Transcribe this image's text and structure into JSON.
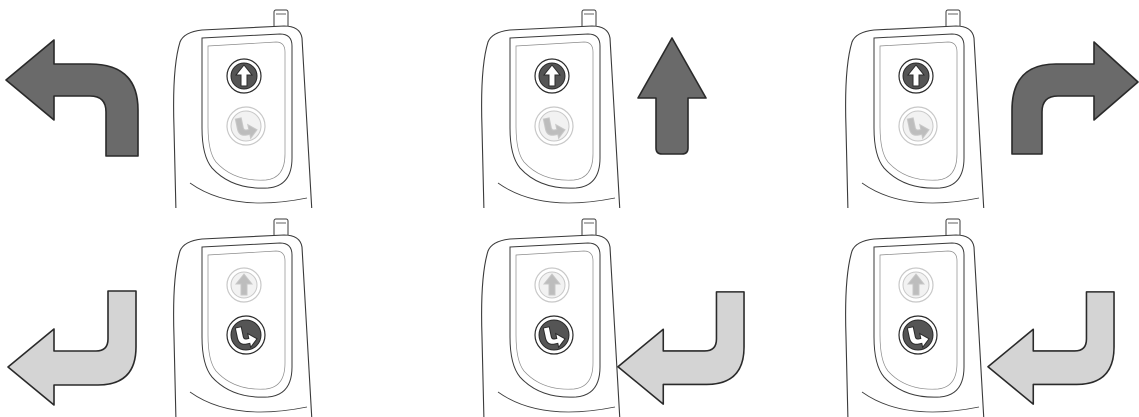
{
  "colors": {
    "background": "#ffffff",
    "device_outline": "#3a3a3a",
    "device_fill": "#ffffff",
    "active_button_fill": "#555555",
    "active_button_ring": "#2a2a2a",
    "active_glyph": "#ffffff",
    "inactive_button_fill": "#f2f2f2",
    "inactive_button_ring": "#c8c8c8",
    "inactive_glyph": "#bdbdbd",
    "dark_arrow_fill": "#6a6a6a",
    "light_arrow_fill": "#d4d4d4",
    "arrow_outline": "#2a2a2a"
  },
  "panels": [
    {
      "id": "top-left",
      "active_button": "up-button",
      "arrow_icon": "turn-left-arrow-icon",
      "arrow_tone": "dark"
    },
    {
      "id": "top-middle",
      "active_button": "up-button",
      "arrow_icon": "straight-up-arrow-icon",
      "arrow_tone": "dark"
    },
    {
      "id": "top-right",
      "active_button": "up-button",
      "arrow_icon": "turn-right-arrow-icon",
      "arrow_tone": "dark"
    },
    {
      "id": "bottom-left",
      "active_button": "turn-button",
      "arrow_icon": "return-left-arrow-icon",
      "arrow_tone": "light"
    },
    {
      "id": "bottom-middle",
      "active_button": "turn-button",
      "arrow_icon": "return-left-arrow-icon",
      "arrow_tone": "light"
    },
    {
      "id": "bottom-right",
      "active_button": "turn-button",
      "arrow_icon": "return-left-arrow-icon",
      "arrow_tone": "light"
    }
  ]
}
